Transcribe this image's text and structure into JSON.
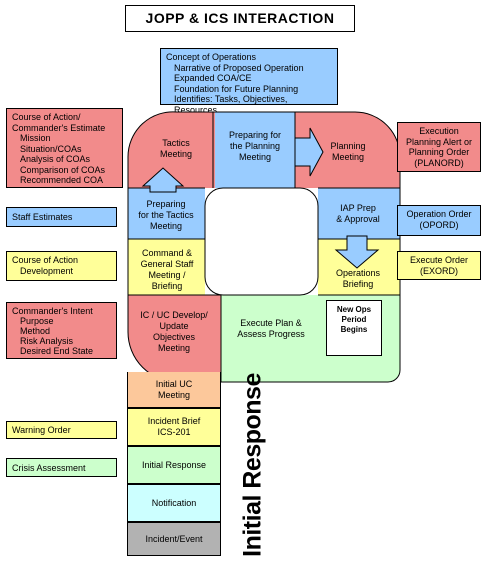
{
  "title": "JOPP & ICS INTERACTION",
  "concept_box": {
    "heading": "Concept of Operations",
    "lines": [
      "Narrative of Proposed Operation",
      "Expanded COA/CE",
      "Foundation for Future Planning",
      "Identifies: Tasks, Objectives, Resources"
    ]
  },
  "left_boxes": {
    "coa_estimate": {
      "heading": "Course of Action/",
      "heading2": "Commander's Estimate",
      "items": [
        "Mission",
        "Situation/COAs",
        "Analysis of COAs",
        "Comparison of COAs",
        "Recommended COA"
      ]
    },
    "staff_estimates": "Staff Estimates",
    "coa_development": {
      "line1": "Course of Action",
      "line2": "Development"
    },
    "commanders_intent": {
      "heading": "Commander's Intent",
      "items": [
        "Purpose",
        "Method",
        "Risk Analysis",
        "Desired End State"
      ]
    },
    "warning_order": "Warning Order",
    "crisis_assessment": "Crisis Assessment"
  },
  "right_boxes": {
    "execution_planning": [
      "Execution",
      "Planning Alert or",
      "Planning Order",
      "(PLANORD)"
    ],
    "operation_order": [
      "Operation Order",
      "(OPORD)"
    ],
    "execute_order": [
      "Execute Order",
      "(EXORD)"
    ]
  },
  "cycle": {
    "tactics_meeting": [
      "Tactics",
      "Meeting"
    ],
    "preparing_planning": [
      "Preparing for",
      "the Planning",
      "Meeting"
    ],
    "planning_meeting": [
      "Planning",
      "Meeting"
    ],
    "preparing_tactics": [
      "Preparing",
      "for the Tactics",
      "Meeting"
    ],
    "iap_prep": [
      "IAP Prep",
      "& Approval"
    ],
    "command_general": [
      "Command &",
      "General Staff",
      "Meeting /",
      "Briefing"
    ],
    "operations_briefing": [
      "Operations",
      "Briefing"
    ],
    "ic_uc_develop": [
      "IC / UC Develop/",
      "Update",
      "Objectives",
      "Meeting"
    ],
    "execute_plan": [
      "Execute Plan &",
      "Assess Progress"
    ],
    "new_ops": [
      "New Ops",
      "Period",
      "Begins"
    ]
  },
  "stack": [
    "Initial UC\nMeeting",
    "Incident Brief\nICS-201",
    "Initial Response",
    "Notification",
    "Incident/Event"
  ],
  "initial_response_label": "Initial Response",
  "colors": {
    "red": "#f28b8b",
    "blue": "#99ccff",
    "yellow": "#ffff99",
    "green": "#ccffcc",
    "peach": "#fcc89b",
    "cyan": "#ccffff",
    "gray": "#b2b2b2"
  }
}
